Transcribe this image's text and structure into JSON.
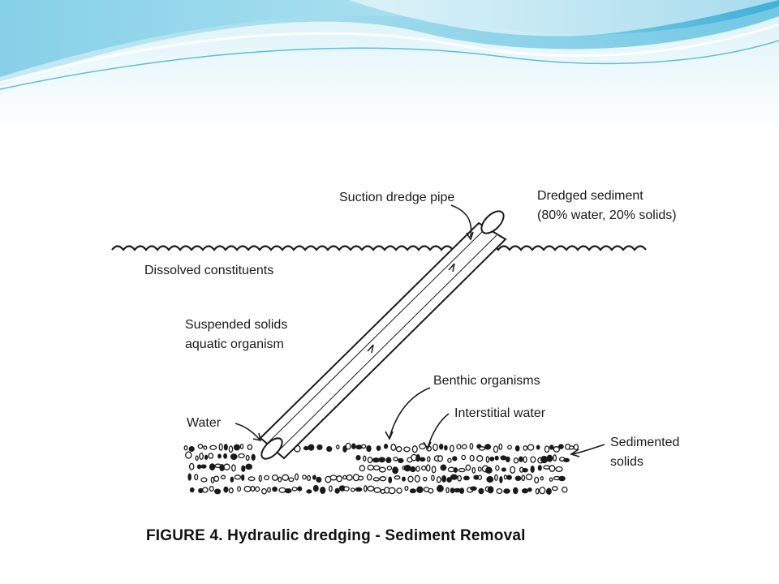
{
  "colors": {
    "banner_light": "#dff4fa",
    "banner_mid": "#8fd3ea",
    "banner_dark": "#2fa7d2",
    "line": "#1a1a1a"
  },
  "labels": {
    "suction_pipe": "Suction dredge pipe",
    "dredged_sediment": "Dredged sediment",
    "dredged_composition": "(80% water, 20% solids)",
    "dissolved": "Dissolved constituents",
    "suspended_1": "Suspended solids",
    "suspended_2": "aquatic organism",
    "benthic": "Benthic organisms",
    "interstitial": "Interstitial water",
    "water": "Water",
    "sedimented_1": "Sedimented",
    "sedimented_2": "solids"
  },
  "caption": "FIGURE 4. Hydraulic dredging - Sediment Removal"
}
